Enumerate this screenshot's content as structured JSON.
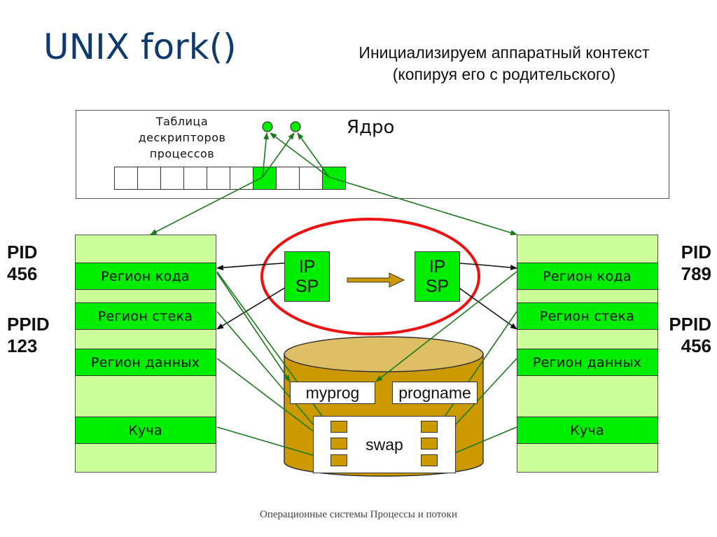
{
  "slide": {
    "title": "UNIX fork()",
    "subtitle_line1": "Инициализируем аппаратный контекст",
    "subtitle_line2": "(копируя его с родительского)",
    "footer": "Операционные системы Процессы и потоки"
  },
  "kernel": {
    "label": "Ядро",
    "table_label_lines": [
      "Таблица",
      "дескрипторов",
      "процессов"
    ],
    "table_cells": [
      false,
      false,
      false,
      false,
      false,
      false,
      true,
      false,
      false,
      true
    ]
  },
  "processes": {
    "parent": {
      "pid_label": "PID",
      "pid": "456",
      "ppid_label": "PPID",
      "ppid": "123",
      "regions": [
        "Регион кода",
        "Регион стека",
        "Регион данных",
        "Куча"
      ]
    },
    "child": {
      "pid_label": "PID",
      "pid": "789",
      "ppid_label": "PPID",
      "ppid": "456",
      "regions": [
        "Регион кода",
        "Регион стека",
        "Регион данных",
        "Куча"
      ]
    }
  },
  "hardware_context": {
    "registers": [
      "IP",
      "SP"
    ]
  },
  "disk": {
    "files": [
      "myprog",
      "progname"
    ],
    "swap_label": "swap"
  },
  "colors": {
    "green": "#00ee00",
    "light_green": "#ccff99",
    "arrow_green": "#1a7a1a",
    "highlight_red": "#ee1111",
    "disk_gold": "#cc9900",
    "disk_top": "#dfbf66",
    "title_blue": "#0f3a6e"
  }
}
